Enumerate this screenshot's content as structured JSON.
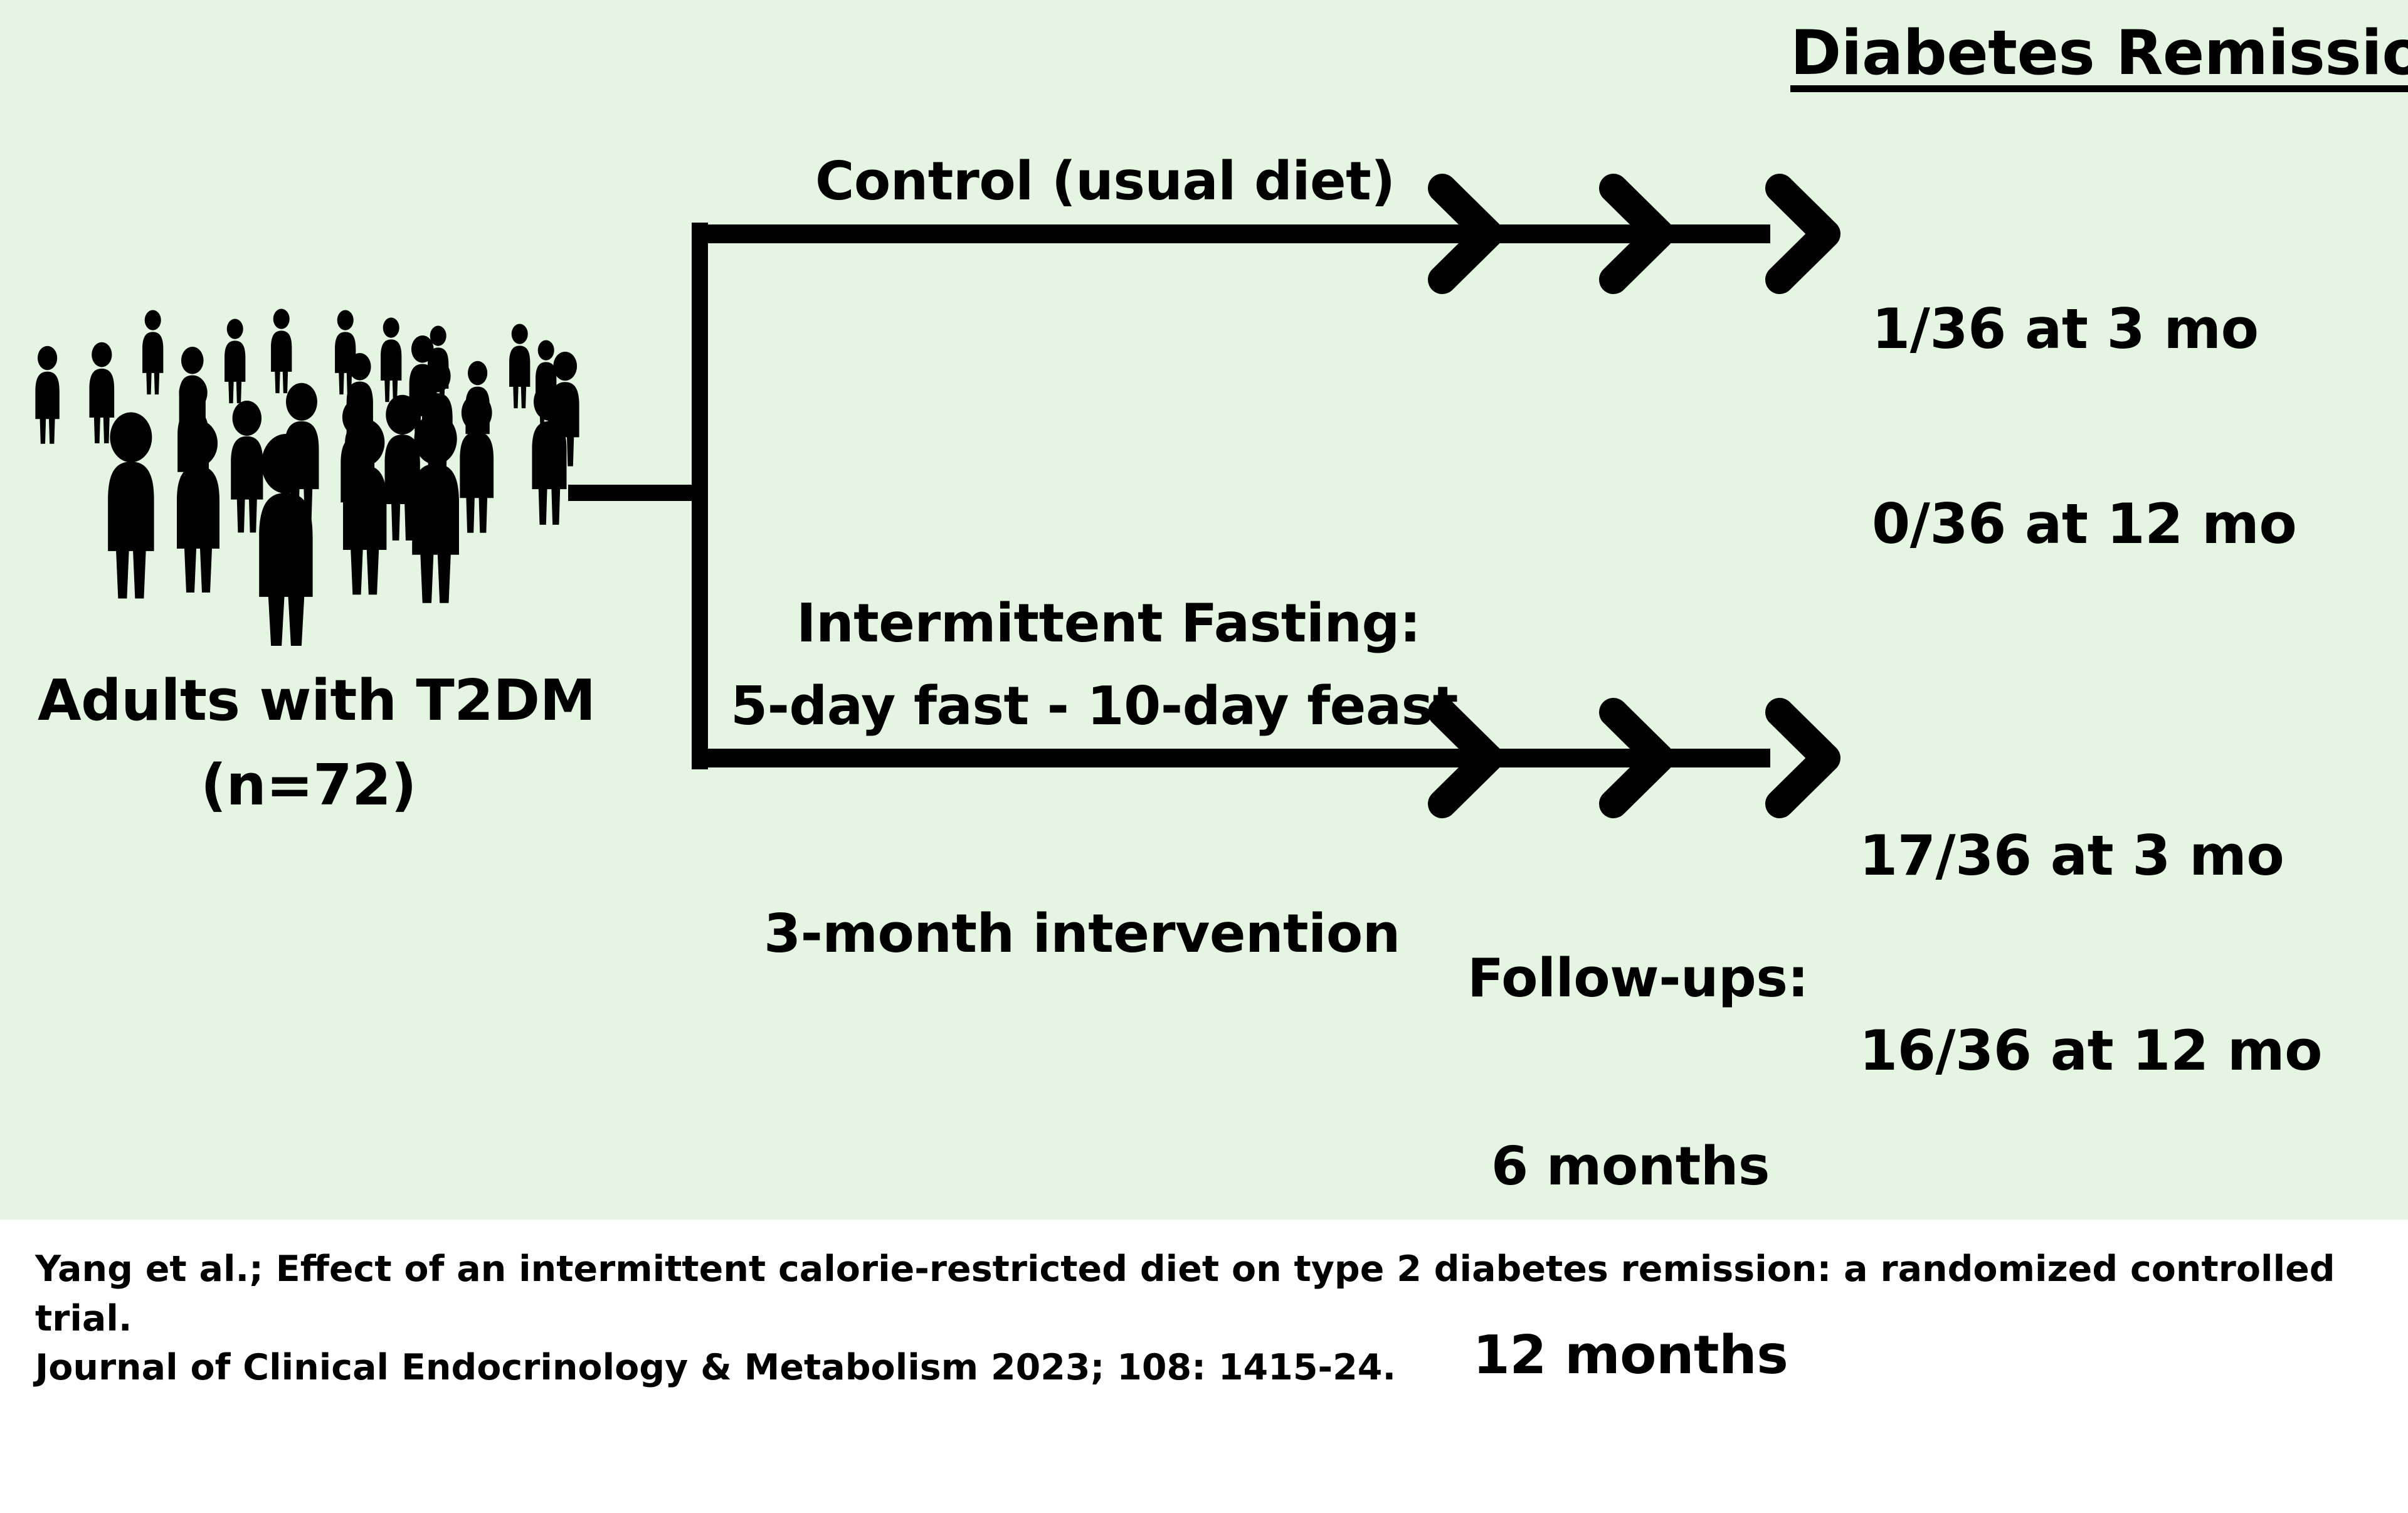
{
  "colors": {
    "panel_background": "#e4f5e1",
    "page_background": "#ffffff",
    "ink": "#000000"
  },
  "header": {
    "title": "Diabetes Remission"
  },
  "population": {
    "icon": "crowd-of-people-icon",
    "label_line1": "Adults with T2DM",
    "label_line2": "(n=72)"
  },
  "arms": {
    "control": {
      "label": "Control (usual diet)",
      "results": {
        "line1": "1/36 at 3 mo",
        "line2": "0/36 at 12 mo"
      }
    },
    "intervention": {
      "label_line1": "Intermittent Fasting:",
      "label_line2": "5-day fast - 10-day feast",
      "results": {
        "line1": "17/36 at 3 mo",
        "line2": "16/36 at 12 mo"
      }
    }
  },
  "timeline": {
    "intervention_note": "3-month intervention",
    "followups_header": "Follow-ups:",
    "followups": [
      "6 months",
      "12 months"
    ]
  },
  "citation": {
    "line1": "Yang et al.; Effect of an intermittent calorie-restricted diet on type 2 diabetes remission: a randomized controlled trial.",
    "line2": "Journal of Clinical Endocrinology & Metabolism 2023; 108: 1415-24."
  },
  "chart_data": {
    "type": "diagram",
    "title": "Diabetes Remission",
    "subject": "Adults with T2DM (n=72)",
    "groups": [
      {
        "name": "Control (usual diet)",
        "n": 36,
        "remission_3mo": "1/36",
        "remission_12mo": "0/36"
      },
      {
        "name": "Intermittent Fasting: 5-day fast - 10-day feast",
        "n": 36,
        "remission_3mo": "17/36",
        "remission_12mo": "16/36"
      }
    ],
    "intervention_duration": "3-month intervention",
    "followup_times": [
      "6 months",
      "12 months"
    ]
  }
}
